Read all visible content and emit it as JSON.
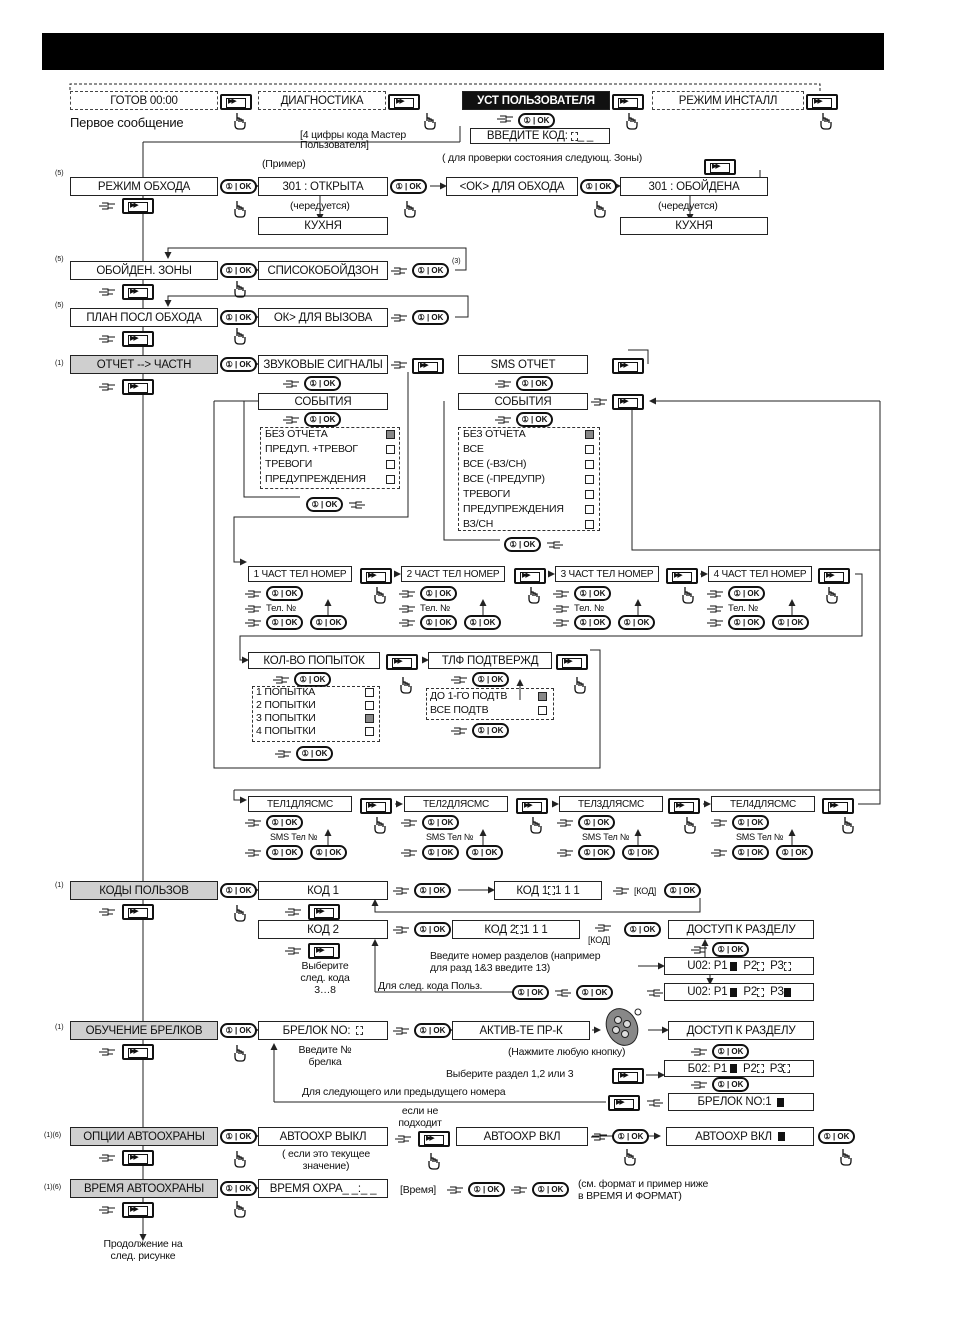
{
  "header": {
    "bg": "#000000"
  },
  "colors": {
    "line": "#222222",
    "grey_box": "#cfcfcf",
    "dark_box": "#111111"
  },
  "keys": {
    "ok_label": "① | OK",
    "fwd_icon": "forward-key",
    "hand_icon": "pointing-hand",
    "key_icon": "pressing-key"
  },
  "top": {
    "ready": "ГОТОВ 00:00",
    "diagnostics": "ДИАГНОСТИКА",
    "user_settings": "УСТ ПОЛЬЗОВАТЕЛЯ",
    "install_mode": "РЕЖИМ ИНСТАЛЛ",
    "first_message": "Первое сообщение",
    "master_code_note": "[4 цифры кода Мастер\nПользователя]",
    "enter_code": "ВВЕДИТЕ КОД:",
    "example": "(Пример)",
    "next_zone_note": "( для проверки состояния следующ. Зоны)"
  },
  "bypass": {
    "mark": "(5)",
    "title": "РЕЖИМ ОБХОДА",
    "zone_open": "301 : ОТКРЫТА",
    "ok_to_bypass": "<OK> ДЛЯ ОБХОДА",
    "zone_bypassed": "301 : ОБОЙДЕНА",
    "alternates": "(чередуется)",
    "kitchen": "КУХНЯ"
  },
  "bypassed_zones": {
    "mark": "(5)",
    "title": "ОБОЙДЕН. ЗОНЫ",
    "list": "СПИСОКОБОЙДЗОН",
    "note": "(3)"
  },
  "recall": {
    "mark": "(5)",
    "title": "ПЛАН ПОСЛ ОБХОДА",
    "ok": "ОК> ДЛЯ ВЫЗОВА"
  },
  "report": {
    "mark": "(1)",
    "title": "ОТЧЕТ --> ЧАСТН",
    "voice": "ЗВУКОВЫЕ СИГНАЛЫ",
    "sms": "SMS ОТЧЕТ",
    "events": "СОБЫТИЯ",
    "voice_events": [
      "БЕЗ ОТЧЕТА",
      "ПРЕДУП. +ТРЕВОГ",
      "ТРЕВОГИ",
      "ПРЕДУПРЕЖДЕНИЯ"
    ],
    "sms_events": [
      "БЕЗ ОТЧЕТА",
      "ВСЕ",
      "ВСЕ (-ВЗ/СН)",
      "ВСЕ (-ПРЕДУПР)",
      "ТРЕВОГИ",
      "ПРЕДУПРЕЖДЕНИЯ",
      "ВЗ/СН"
    ],
    "phones": [
      "1 ЧАСТ ТЕЛ НОМЕР",
      "2 ЧАСТ ТЕЛ НОМЕР",
      "3 ЧАСТ ТЕЛ НОМЕР",
      "4 ЧАСТ ТЕЛ НОМЕР"
    ],
    "tel_no": "Тел. №",
    "retries": "КОЛ-ВО ПОПЫТОК",
    "retry_options": [
      "1 ПОПЫТКА",
      "2 ПОПЫТКИ",
      "3 ПОПЫТКИ",
      "4 ПОПЫТКИ"
    ],
    "confirm": "ТЛФ ПОДТВЕРЖД",
    "confirm_options": [
      "ДО 1-ГО ПОДТВ",
      "ВСЕ ПОДТВ"
    ],
    "sms_phones": [
      "ТЕЛ1ДЛЯСМС",
      "ТЕЛ2ДЛЯСМС",
      "ТЕЛ3ДЛЯСМС",
      "ТЕЛ4ДЛЯСМС"
    ],
    "sms_tel_no": "SMS Тел №"
  },
  "codes": {
    "mark": "(1)",
    "title": "КОДЫ ПОЛЬЗОВ",
    "code1": "КОД 1",
    "code1_value": "КОД 1 ",
    "code1_digits": "1 1 1",
    "code_tag": "[КОД]",
    "code2": "КОД 2",
    "code2_value": "КОД 2 ",
    "code2_digits": "1 1 1",
    "access": "ДОСТУП К РАЗДЕЛУ",
    "select_next": "Выберите\nслед. кода\n3…8",
    "enter_partitions": "Введите номер разделов (например\nдля разд 1&3 введите 13)",
    "next_user_code": "Для след. кода Польз.",
    "u02_a": "U02: P1",
    "u02_b": "U02: P1",
    "p2": "P2",
    "p3": "P3"
  },
  "keyfobs": {
    "mark": "(1)",
    "title": "ОБУЧЕНИЕ БРЕЛКОВ",
    "keyfob_no": "БРЕЛОК NO:",
    "enter_no": "Введите №\nбрелка",
    "activate": "АКТИВ-ТЕ ПР-К",
    "press_any": "(Нажмите любую кнопку)",
    "access": "ДОСТУП К РАЗДЕЛУ",
    "select_partition": "Выберите раздел 1,2 или 3",
    "b02": "Б02: P1",
    "p2": "P2",
    "p3": "P3",
    "next_prev": "Для следующего или предыдущего номера",
    "keyfob_1": "БРЕЛОК NO:1"
  },
  "auto_arm": {
    "mark": "(1)(6)",
    "title": "ОПЦИИ АВТООХРАНЫ",
    "off": "АВТООХР ВЫКЛ",
    "if_current": "( если это текущее\nзначение)",
    "if_not": "если не\nподходит",
    "on": "АВТООХР ВКЛ",
    "on_selected": "АВТООХР ВКЛ"
  },
  "auto_time": {
    "mark": "(1)(6)",
    "title": "ВРЕМЯ АВТООХРАНЫ",
    "field": "ВРЕМЯ ОХРА_ _:_ _",
    "time_tag": "[Время]",
    "note": "(см. формат и пример ниже\nв ВРЕМЯ И ФОРМАТ)",
    "continued": "Продолжение на\nслед. рисунке"
  }
}
